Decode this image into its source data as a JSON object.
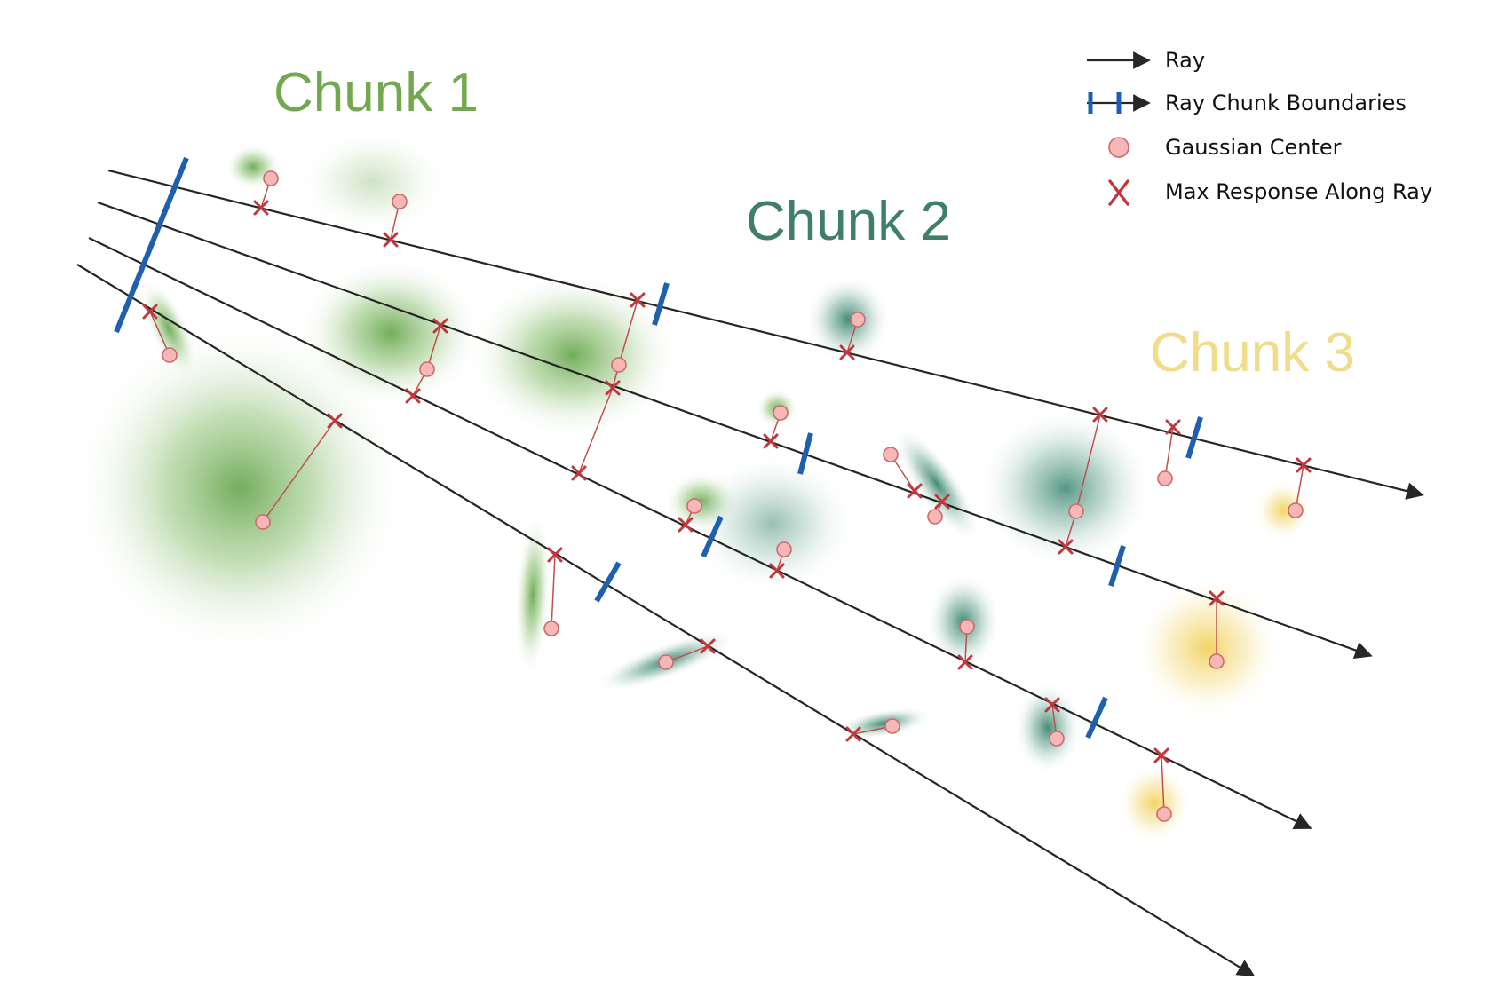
{
  "colors": {
    "chunk1": "#5a9e3f",
    "chunk2": "#2f7e66",
    "chunk3": "#f2d25b",
    "ray": "#262626",
    "boundary": "#1f5fb0",
    "gaussian_center_fill": "#f7b7b6",
    "max_response": "#c0383d"
  },
  "chunks": [
    {
      "label": "Chunk 1"
    },
    {
      "label": "Chunk 2"
    },
    {
      "label": "Chunk 3"
    }
  ],
  "legend": {
    "ray": {
      "label": "Ray",
      "icon": "arrow-icon"
    },
    "boundaries": {
      "label": "Ray Chunk Boundaries",
      "icon": "ray-boundary-icon"
    },
    "center": {
      "label": "Gaussian Center",
      "icon": "circle-icon"
    },
    "max_response": {
      "label": "Max Response Along Ray",
      "icon": "cross-icon"
    }
  }
}
